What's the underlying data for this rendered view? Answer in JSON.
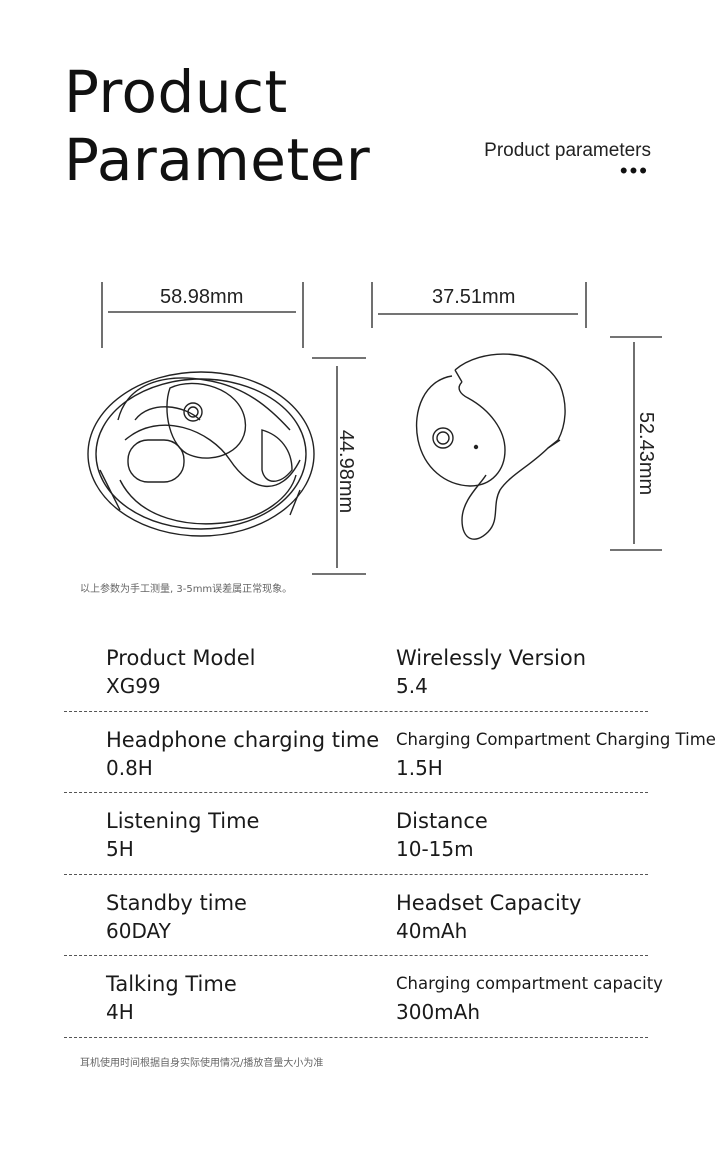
{
  "header": {
    "title_line1": "Product",
    "title_line2": "Parameter",
    "subtitle": "Product parameters",
    "dots": "•••"
  },
  "dimensions": {
    "case_width": "58.98mm",
    "case_height": "44.98mm",
    "earbud_width": "37.51mm",
    "earbud_height": "52.43mm"
  },
  "notes": {
    "measure_note": "以上参数为手工测量, 3-5mm误差属正常现象。",
    "footer_note": "耳机使用时间根据自身实际使用情况/播放音量大小为准"
  },
  "specs": [
    {
      "left_label": "Product Model",
      "left_value": "XG99",
      "right_label": "Wirelessly Version",
      "right_value": "5.4"
    },
    {
      "left_label": "Headphone charging time",
      "left_value": "0.8H",
      "right_label": "Charging Compartment Charging Time",
      "right_value": "1.5H"
    },
    {
      "left_label": "Listening Time",
      "left_value": "5H",
      "right_label": "Distance",
      "right_value": "10-15m"
    },
    {
      "left_label": "Standby time",
      "left_value": "60DAY",
      "right_label": "Headset Capacity",
      "right_value": "40mAh"
    },
    {
      "left_label": "Talking Time",
      "left_value": "4H",
      "right_label": "Charging compartment capacity",
      "right_value": "300mAh"
    }
  ]
}
